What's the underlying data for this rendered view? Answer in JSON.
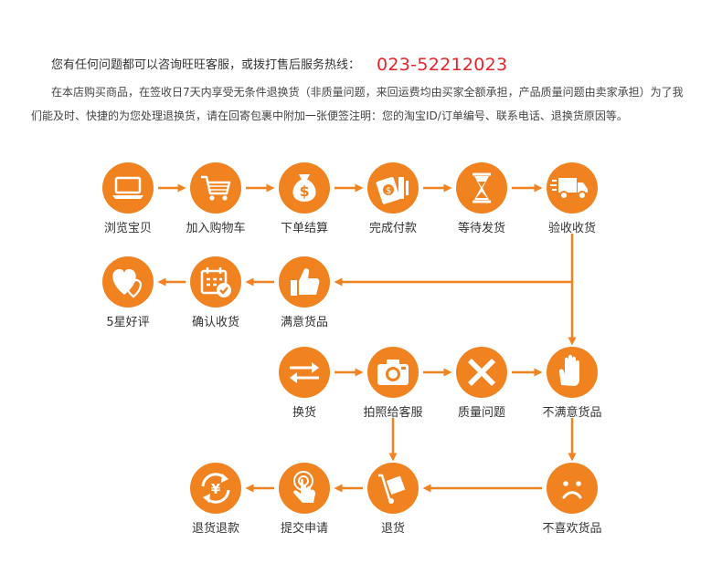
{
  "hotline": {
    "text": "您有任何问题都可以咨询旺旺客服，或拨打售后服务热线：",
    "phone": "023-52212023"
  },
  "policy": "在本店购买商品，在签收日7天内享受无条件退换货（非质量问题，来回运费均由买家全额承担，产品质量问题由卖家承担）为了我们能及时、快捷的为您处理退换货，请在回寄包裹中附加一张便签注明：您的淘宝ID/订单编号、联系电话、退换货原因等。",
  "colors": {
    "accent": "#f08220",
    "arrow": "#f08220"
  },
  "steps": [
    {
      "id": "browse",
      "label": "浏览宝贝",
      "icon": "laptop-icon"
    },
    {
      "id": "cart",
      "label": "加入购物车",
      "icon": "shopping-cart-icon"
    },
    {
      "id": "order",
      "label": "下单结算",
      "icon": "money-bag-icon"
    },
    {
      "id": "pay",
      "label": "完成付款",
      "icon": "payment-icon"
    },
    {
      "id": "wait",
      "label": "等待发货",
      "icon": "hourglass-icon"
    },
    {
      "id": "inspect",
      "label": "验收收货",
      "icon": "delivery-truck-icon"
    },
    {
      "id": "review",
      "label": "5星好评",
      "icon": "hearts-icon"
    },
    {
      "id": "confirm",
      "label": "确认收货",
      "icon": "calendar-check-icon"
    },
    {
      "id": "satisfied",
      "label": "满意货品",
      "icon": "thumbs-up-icon"
    },
    {
      "id": "exchange",
      "label": "换货",
      "icon": "swap-arrows-icon"
    },
    {
      "id": "photo",
      "label": "拍照给客服",
      "icon": "camera-icon"
    },
    {
      "id": "quality",
      "label": "质量问题",
      "icon": "x-mark-icon"
    },
    {
      "id": "unsatisfied",
      "label": "不满意货品",
      "icon": "stop-hand-icon"
    },
    {
      "id": "refund",
      "label": "退货退款",
      "icon": "yen-cycle-icon"
    },
    {
      "id": "apply",
      "label": "提交申请",
      "icon": "tap-finger-icon"
    },
    {
      "id": "return",
      "label": "退货",
      "icon": "hand-truck-icon"
    },
    {
      "id": "dislike",
      "label": "不喜欢货品",
      "icon": "sad-face-icon"
    }
  ]
}
